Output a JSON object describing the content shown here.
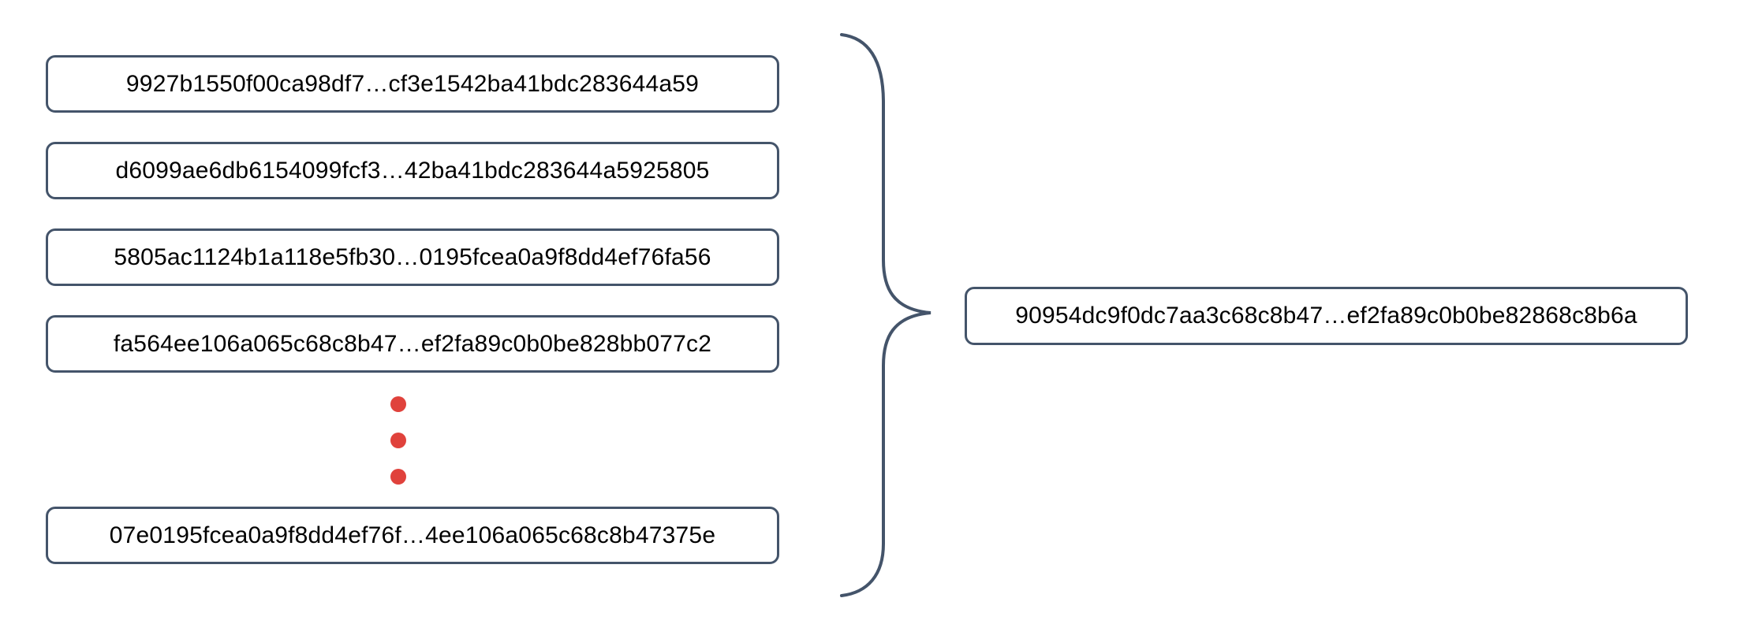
{
  "diagram": {
    "left_hashes": [
      "9927b1550f00ca98df7…cf3e1542ba41bdc283644a59",
      "d6099ae6db6154099fcf3…42ba41bdc283644a5925805",
      "5805ac1124b1a118e5fb30…0195fcea0a9f8dd4ef76fa56",
      "fa564ee106a065c68c8b47…ef2fa89c0b0be828bb077c2",
      "07e0195fcea0a9f8dd4ef76f…4ee106a065c68c8b47375e"
    ],
    "result_hash": "90954dc9f0dc7aa3c68c8b47…ef2fa89c0b0be82868c8b6a",
    "icons": {
      "vertical_ellipsis": "vertical-ellipsis-dots",
      "brace": "right-curly-brace"
    },
    "colors": {
      "border": "#44546A",
      "dots": "#E0423C",
      "text": "#000000",
      "background": "#FFFFFF"
    }
  }
}
